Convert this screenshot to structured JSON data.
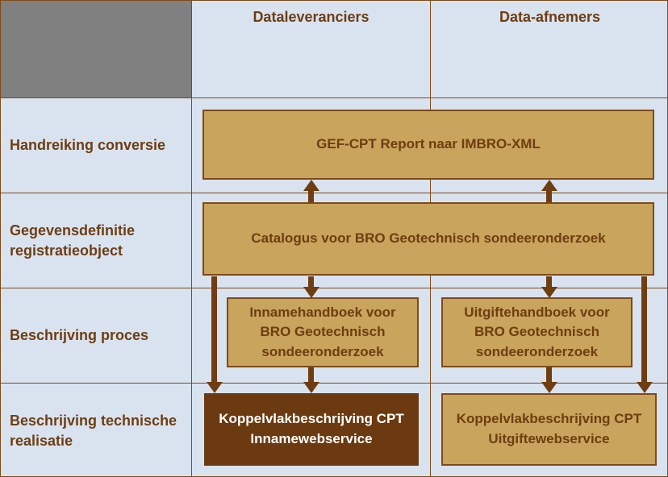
{
  "table": {
    "col_headers": [
      {
        "label": "Dataleveranciers"
      },
      {
        "label": "Data-afnemers"
      }
    ],
    "row_headers": [
      "Handreiking conversie",
      "Gegevensdefinitie registratieobject",
      "Beschrijving proces",
      "Beschrijving technische realisatie"
    ]
  },
  "boxes": {
    "gef_cpt": "GEF-CPT Report naar IMBRO-XML",
    "catalogus": "Catalogus voor BRO Geotechnisch sondeeronderzoek",
    "innamehandboek": "Innamehandboek voor BRO Geotechnisch sondeeronderzoek",
    "uitgiftehandboek": "Uitgiftehandboek voor BRO Geotechnisch sondeeronderzoek",
    "koppelvlak_inname": "Koppelvlakbeschrijving CPT Innamewebservice",
    "koppelvlak_uitgifte": "Koppelvlakbeschrijving CPT Uitgiftewebservice"
  },
  "colors": {
    "background": "#D9E3F0",
    "gray_cell": "#808080",
    "tan_fill": "#C9A45C",
    "brown_line": "#7E4A18",
    "dark_brown_fill": "#6B3A10",
    "arrow_brown": "#6E3D11",
    "text_brown": "#6E3D11",
    "text_white": "#FFFFFF"
  }
}
